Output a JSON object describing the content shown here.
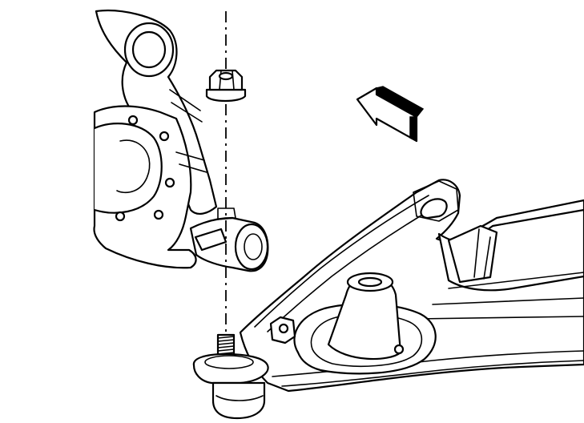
{
  "diagram": {
    "components": [
      {
        "id": "steering-knuckle",
        "icon": "steering-knuckle-drawing"
      },
      {
        "id": "flange-nut",
        "icon": "hex-flange-nut-drawing"
      },
      {
        "id": "lower-control-arm",
        "icon": "control-arm-drawing"
      },
      {
        "id": "ball-joint",
        "icon": "ball-joint-stud-drawing"
      },
      {
        "id": "direction-arrow",
        "icon": "arrow-icon"
      }
    ],
    "colors": {
      "line": "#000000",
      "background": "#ffffff"
    }
  }
}
